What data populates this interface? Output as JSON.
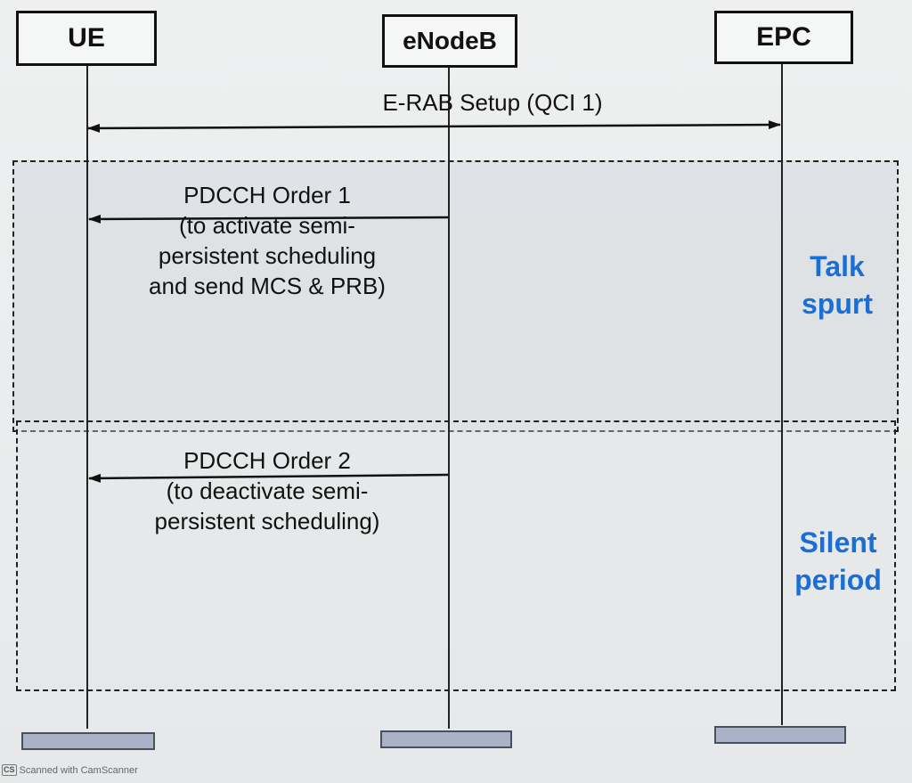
{
  "entities": {
    "ue": "UE",
    "enodeb": "eNodeB",
    "epc": "EPC"
  },
  "messages": {
    "erab_setup": "E-RAB Setup (QCI 1)",
    "pdcch_order_1": {
      "lines": [
        "PDCCH Order 1",
        "(to activate semi-",
        "persistent scheduling",
        "and send MCS & PRB)"
      ]
    },
    "pdcch_order_2": {
      "lines": [
        "PDCCH Order 2",
        "(to deactivate semi-",
        "persistent scheduling)"
      ]
    }
  },
  "regions": {
    "talk_spurt": {
      "lines": [
        "Talk",
        "spurt"
      ]
    },
    "silent_period": {
      "lines": [
        "Silent",
        "period"
      ]
    }
  },
  "footer": {
    "badge": "CS",
    "text": "Scanned with CamScanner"
  },
  "colors": {
    "region_label": "#1a6fd6",
    "lifeline_foot": "#a9b2c7"
  }
}
